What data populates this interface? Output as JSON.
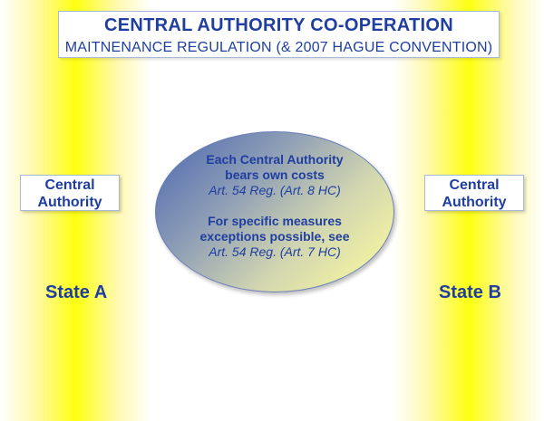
{
  "title": {
    "main": "CENTRAL AUTHORITY CO-OPERATION",
    "sub": "MAITNENANCE REGULATION (& 2007 HAGUE CONVENTION)"
  },
  "left": {
    "authority_line1": "Central",
    "authority_line2": "Authority",
    "state": "State A"
  },
  "right": {
    "authority_line1": "Central",
    "authority_line2": "Authority",
    "state": "State B"
  },
  "center": {
    "block1_line1": "Each Central Authority",
    "block1_line2": "bears own costs",
    "block1_ref": "Art. 54 Reg. (Art. 8 HC)",
    "block2_line1": "For specific measures",
    "block2_line2": "exceptions possible, see",
    "block2_ref": "Art. 54 Reg. (Art. 7 HC)"
  },
  "colors": {
    "text": "#1f3ea0",
    "band": "#ffff10",
    "ellipse_start": "#4a66b0",
    "ellipse_end": "#ffff9c"
  }
}
